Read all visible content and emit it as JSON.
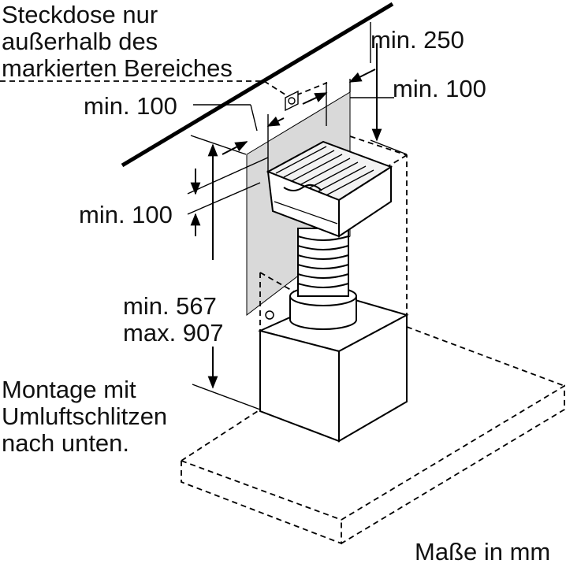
{
  "labels": {
    "socket_note": [
      "Steckdose nur",
      "außerhalb des",
      "markierten Bereiches"
    ],
    "min_250": "min. 250",
    "min_100_right": "min. 100",
    "min_100_top_left": "min. 100",
    "min_100_left": "min. 100",
    "height_min": "min. 567",
    "height_max": "max. 907",
    "mounting_note": [
      "Montage mit",
      "Umluftschlitzen",
      "nach unten."
    ],
    "units": "Maße in mm"
  },
  "colors": {
    "line": "#000000",
    "marked_area": "#d9d9d9",
    "filter_fill": "#f2f2f2"
  }
}
